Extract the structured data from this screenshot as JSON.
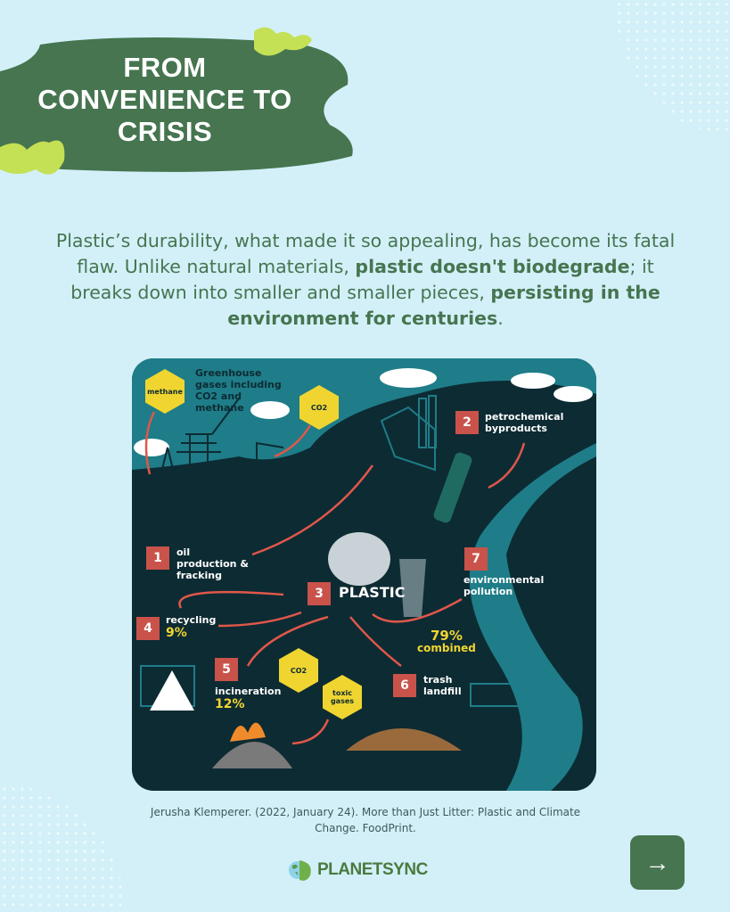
{
  "header": {
    "title_lines": [
      "FROM",
      "CONVENIENCE TO",
      "CRISIS"
    ]
  },
  "intro": {
    "part1": "Plastic’s durability, what made it so appealing, has become its fatal flaw. Unlike natural materials, ",
    "bold1": "plastic doesn't biodegrade",
    "part2": "; it breaks down into smaller and smaller pieces, ",
    "bold2": "persisting in the environment for centuries",
    "part3": "."
  },
  "diagram": {
    "greenhouse": "Greenhouse gases including CO2 and methane",
    "hex_methane": "methane",
    "hex_co2": "CO2",
    "hex_co2_b": "CO2",
    "hex_toxic": "toxic gases",
    "steps": [
      {
        "n": "1",
        "label": "oil production & fracking"
      },
      {
        "n": "2",
        "label": "petrochemical byproducts"
      },
      {
        "n": "3",
        "label": "PLASTIC"
      },
      {
        "n": "4",
        "label": "recycling",
        "pct": "9%"
      },
      {
        "n": "5",
        "label": "incineration",
        "pct": "12%"
      },
      {
        "n": "6",
        "label": "trash landfill"
      },
      {
        "n": "7",
        "label": "environmental pollution"
      }
    ],
    "combined_pct": "79%",
    "combined_label": "combined",
    "colors": {
      "dark": "#0d2b33",
      "teal": "#1e7d88",
      "accent": "#c9534a",
      "yellow": "#f0d531"
    }
  },
  "citation": "Jerusha Klemperer. (2022, January 24). More than Just Litter: Plastic and Climate Change. FoodPrint.",
  "footer": {
    "brand": "PLANETSYNC",
    "next_icon": "arrow-right-icon",
    "next_symbol": "→"
  }
}
